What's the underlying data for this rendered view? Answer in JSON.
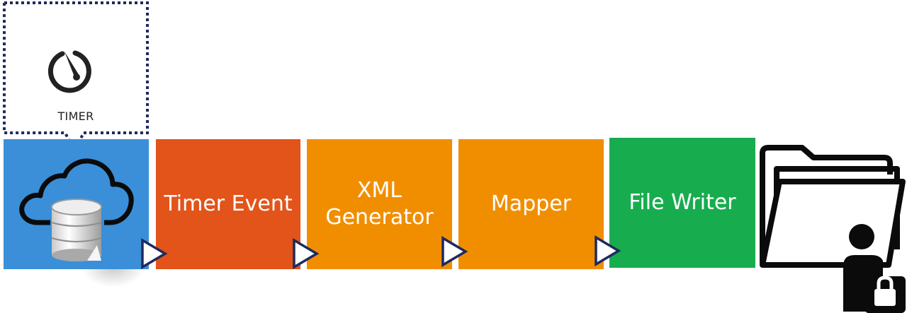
{
  "timer": {
    "label": "TIMER",
    "icon": "stopwatch-icon"
  },
  "source": {
    "icon": "cloud-database-icon"
  },
  "stages": [
    {
      "label": "Timer Event"
    },
    {
      "label": "XML\nGenerator"
    },
    {
      "label": "Mapper"
    },
    {
      "label": "File Writer"
    }
  ],
  "destination": {
    "icon": "secure-folder-icon"
  },
  "colors": {
    "source_block": "#3A8FD8",
    "timer_event": "#E2541A",
    "xml_generator": "#F18E00",
    "mapper": "#F18E00",
    "file_writer": "#17AD4E",
    "arrow_outline": "#1E2A5E",
    "callout_dots": "#1E2A5E"
  }
}
